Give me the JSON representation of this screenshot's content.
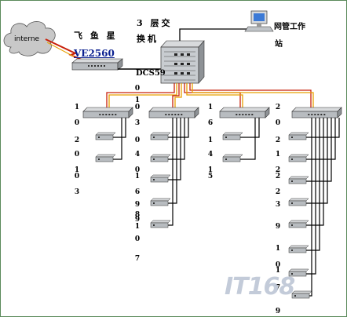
{
  "internet": {
    "label": "interne"
  },
  "router": {
    "brand_label": "飞 鱼 星",
    "model_label": "VE2560"
  },
  "core_switch": {
    "label_line1": "3 层交",
    "label_line2": "换机",
    "model_label": "DCS59"
  },
  "workstation": {
    "label_line1": "网管工作",
    "label_line2": "站"
  },
  "columns": [
    {
      "id": "a",
      "digits": [
        "1",
        "0",
        "2",
        "0",
        "1",
        "0",
        "3"
      ]
    },
    {
      "id": "b",
      "digits": [
        "0",
        "1",
        "0",
        "3",
        "0",
        "4",
        "0",
        "1",
        "6",
        "9",
        "8",
        "9",
        "1",
        "0",
        "7"
      ]
    },
    {
      "id": "c",
      "digits": [
        "1",
        "6",
        "1",
        "4",
        "1",
        "5"
      ]
    },
    {
      "id": "d",
      "digits": [
        "2",
        "0",
        "2",
        "1",
        "2",
        "2",
        "2",
        "3",
        "9",
        "1",
        "0",
        "1",
        "7",
        "9"
      ]
    }
  ],
  "watermark": "IT168",
  "colors": {
    "uplink_red": "#c8200a",
    "uplink_orange": "#e8a000",
    "cable": "#000000",
    "cloud": "#c8c8c8",
    "device": "#b8bcc0",
    "frame": "#5a8a5a"
  },
  "icons": [
    "cloud-icon",
    "router-icon",
    "switch-icon",
    "computer-icon"
  ]
}
